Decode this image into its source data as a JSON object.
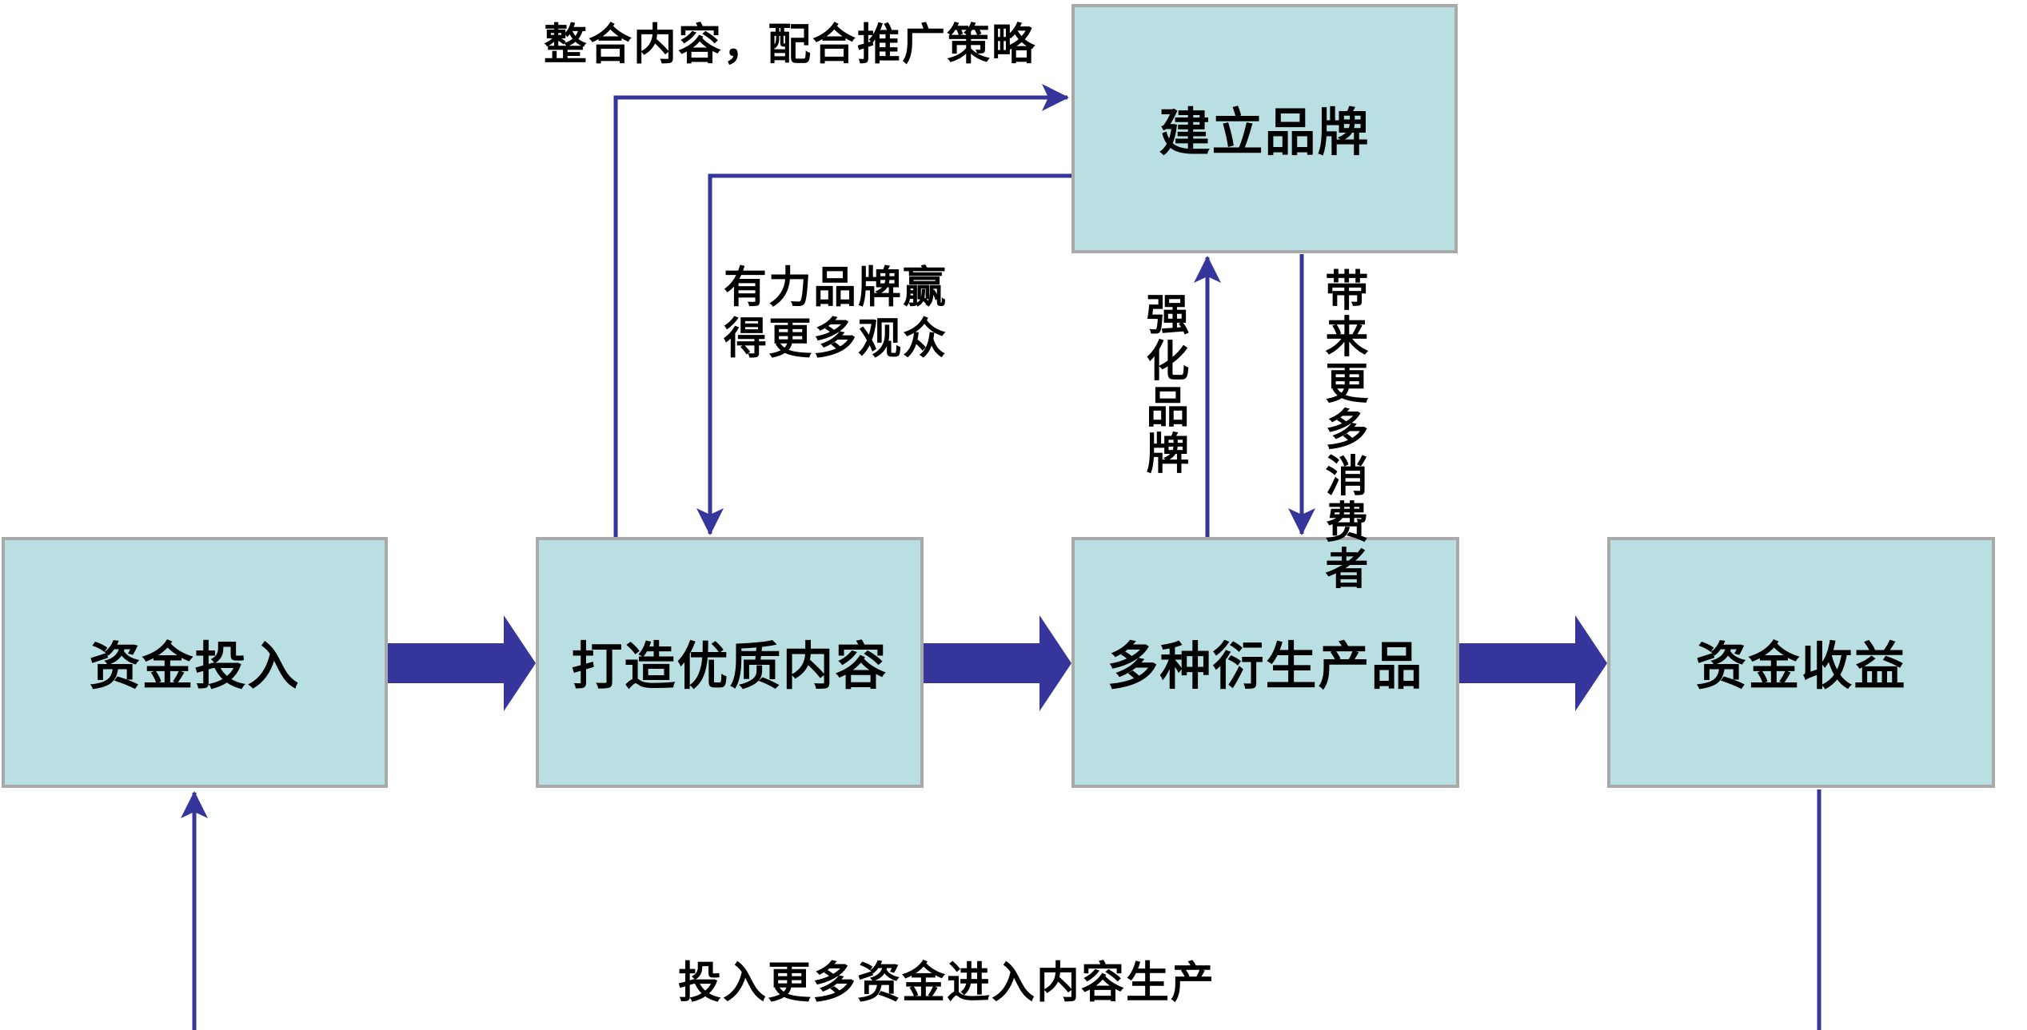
{
  "nodes": {
    "brand": "建立品牌",
    "capital_input": "资金投入",
    "quality_content": "打造优质内容",
    "derivatives": "多种衍生产品",
    "capital_return": "资金收益"
  },
  "edges": {
    "integrate_content": "整合内容，配合推广策略",
    "strong_brand_audience": "有力品牌赢\n得更多观众",
    "strengthen_brand": "强化品牌",
    "more_consumers": "带来更多消费者",
    "reinvest": "投入更多资金进入内容生产"
  },
  "colors": {
    "box_fill": "#b9dfe3",
    "box_border": "#a9a9a9",
    "arrow": "#36359b"
  }
}
